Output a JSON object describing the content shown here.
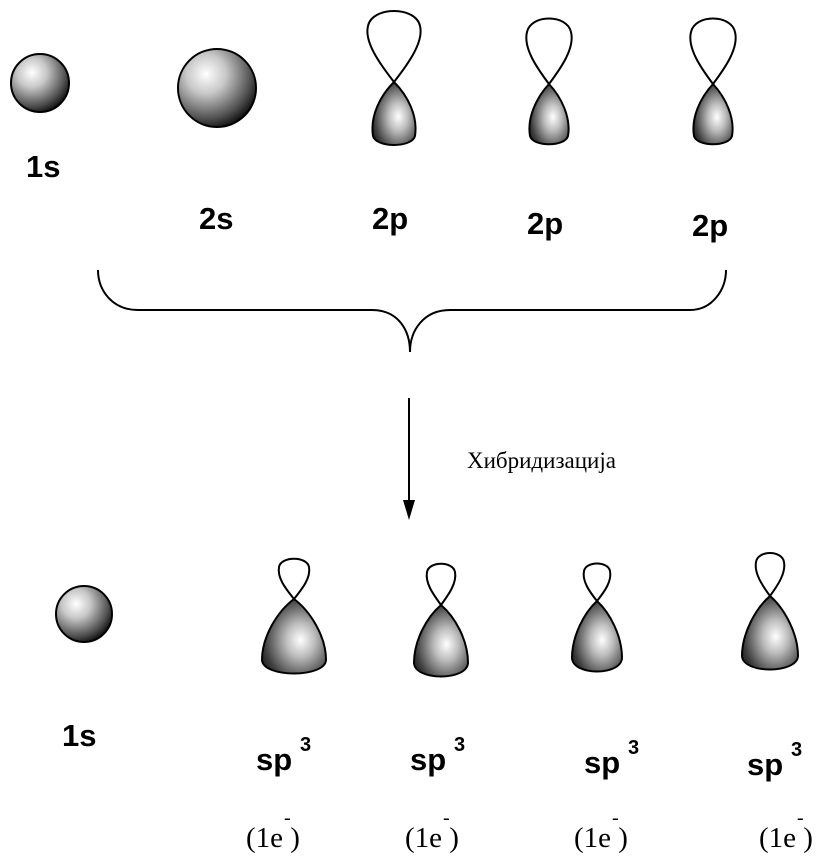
{
  "top_row": {
    "s1_label": "1s",
    "s2_label": "2s",
    "p_labels": [
      "2p",
      "2p",
      "2p"
    ]
  },
  "process": {
    "label": "Хибридизација"
  },
  "bottom_row": {
    "s1_label": "1s",
    "hybrid_label": "sp",
    "hybrid_superscript": "3",
    "electron_notes": [
      {
        "text": "(1e )",
        "charge": "-"
      },
      {
        "text": "(1e )",
        "charge": "-"
      },
      {
        "text": "(1e )",
        "charge": "-"
      },
      {
        "text": "(1e )",
        "charge": "-"
      }
    ]
  },
  "colors": {
    "orbital_light": "#ffffff",
    "orbital_mid": "#8c8c8c",
    "orbital_dark": "#1a1a1a",
    "stroke": "#000000"
  }
}
